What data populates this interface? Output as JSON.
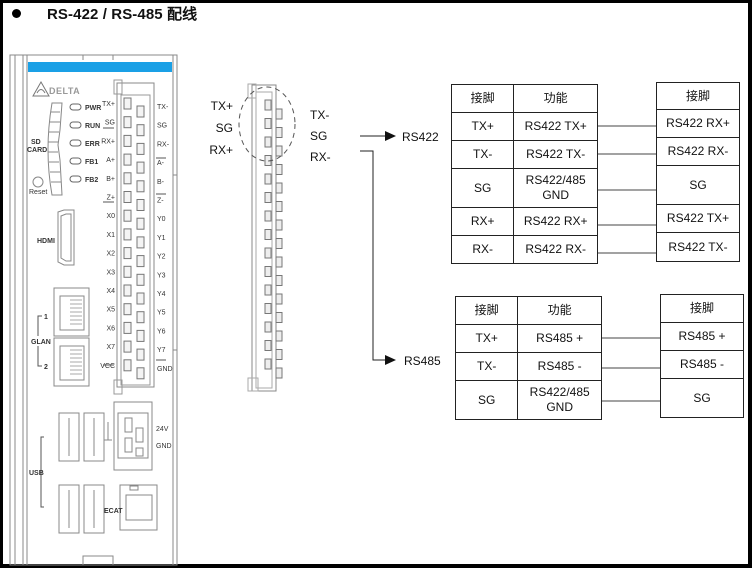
{
  "title": "RS-422 / RS-485 配线",
  "module": {
    "brand": "DELTA",
    "sd_card_label": "SD\nCARD",
    "reset_label": "Reset",
    "leds": [
      "PWR",
      "RUN",
      "ERR",
      "FB1",
      "FB2"
    ],
    "hdmi_label": "HDMI",
    "glan_label": "GLAN",
    "glan_ports": [
      "1",
      "2"
    ],
    "usb_label": "USB",
    "ecat_label": "ECAT",
    "power_terminals": [
      "24V",
      "GND"
    ],
    "terminal_left": [
      "TX+",
      "SG",
      "RX+",
      "A+",
      "B+",
      "Z+",
      "X0",
      "X1",
      "X2",
      "X3",
      "X4",
      "X5",
      "X6",
      "X7",
      "VCC"
    ],
    "terminal_right": [
      "TX-",
      "SG",
      "RX-",
      "A-",
      "B-",
      "Z-",
      "Y0",
      "Y1",
      "Y2",
      "Y3",
      "Y4",
      "Y5",
      "Y6",
      "Y7",
      "GND"
    ]
  },
  "connector": {
    "left_labels": [
      "TX+",
      "SG",
      "RX+"
    ],
    "right_labels": [
      "TX-",
      "SG",
      "RX-"
    ]
  },
  "arrows": {
    "rs422": "RS422",
    "rs485": "RS485"
  },
  "rs422_table": {
    "headers": [
      "接脚",
      "功能"
    ],
    "rows": [
      {
        "pin": "TX+",
        "func": "RS422 TX+"
      },
      {
        "pin": "TX-",
        "func": "RS422 TX-"
      },
      {
        "pin": "SG",
        "func": "RS422/485\nGND"
      },
      {
        "pin": "RX+",
        "func": "RS422 RX+"
      },
      {
        "pin": "RX-",
        "func": "RS422 RX-"
      }
    ],
    "target_header": "接脚",
    "target_rows": [
      "RS422 RX+",
      "RS422 RX-",
      "SG",
      "RS422 TX+",
      "RS422 TX-"
    ]
  },
  "rs485_table": {
    "headers": [
      "接脚",
      "功能"
    ],
    "rows": [
      {
        "pin": "TX+",
        "func": "RS485 +"
      },
      {
        "pin": "TX-",
        "func": "RS485 -"
      },
      {
        "pin": "SG",
        "func": "RS422/485\nGND"
      }
    ],
    "target_header": "接脚",
    "target_rows": [
      "RS485 +",
      "RS485 -",
      "SG"
    ]
  }
}
